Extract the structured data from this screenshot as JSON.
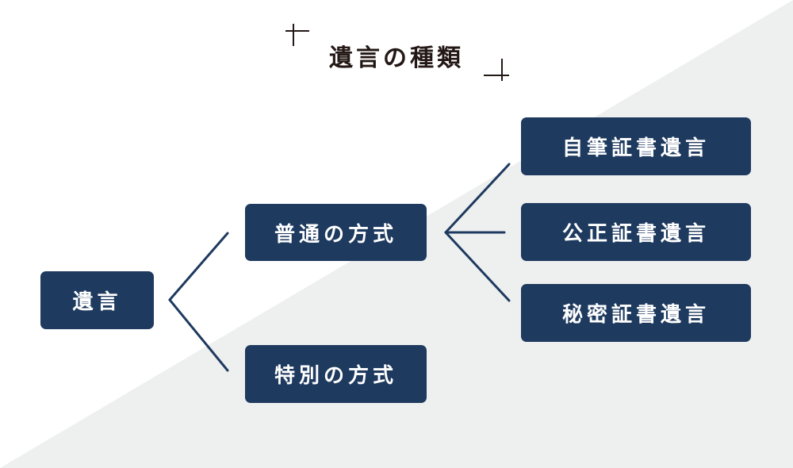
{
  "title": "遺言の種類",
  "colors": {
    "node_fill": "#1e3a5f",
    "node_text": "#ffffff",
    "connector": "#1e3a5f",
    "background_shape": "#eeefef",
    "title_text": "#231815"
  },
  "tree": {
    "root": "遺言",
    "normal": "普通の方式",
    "special": "特別の方式",
    "normal_children": {
      "holographic": "自筆証書遺言",
      "notarial": "公正証書遺言",
      "secret": "秘密証書遺言"
    }
  }
}
